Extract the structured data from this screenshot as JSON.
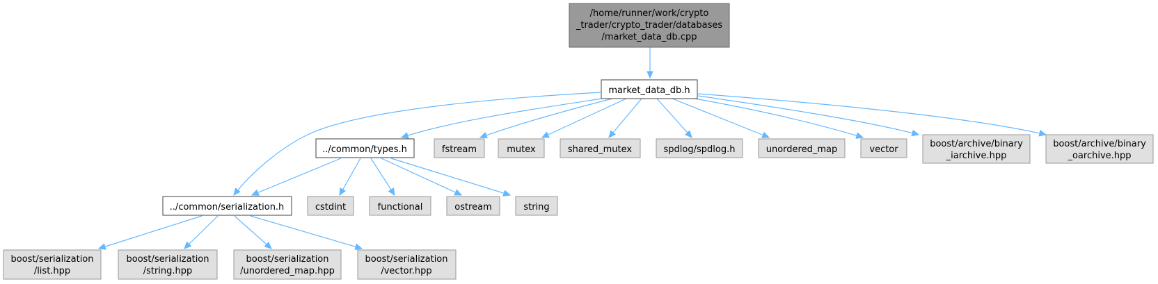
{
  "colors": {
    "root_fill": "#999999",
    "root_stroke": "#666666",
    "internal_fill": "#ffffff",
    "internal_stroke": "#404040",
    "external_fill": "#e0e0e0",
    "external_stroke": "#999999",
    "edge": "#63b8ff"
  },
  "nodes": {
    "root": [
      "/home/runner/work/crypto",
      "_trader/crypto_trader/databases",
      "/market_data_db.cpp"
    ],
    "market_data_db_h": [
      "market_data_db.h"
    ],
    "types_h": [
      "../common/types.h"
    ],
    "fstream": [
      "fstream"
    ],
    "mutex": [
      "mutex"
    ],
    "shared_mutex": [
      "shared_mutex"
    ],
    "spdlog": [
      "spdlog/spdlog.h"
    ],
    "unordered_map": [
      "unordered_map"
    ],
    "vector": [
      "vector"
    ],
    "binary_iarchive": [
      "boost/archive/binary",
      "_iarchive.hpp"
    ],
    "binary_oarchive": [
      "boost/archive/binary",
      "_oarchive.hpp"
    ],
    "serialization_h": [
      "../common/serialization.h"
    ],
    "cstdint": [
      "cstdint"
    ],
    "functional": [
      "functional"
    ],
    "ostream": [
      "ostream"
    ],
    "string": [
      "string"
    ],
    "ser_list": [
      "boost/serialization",
      "/list.hpp"
    ],
    "ser_string": [
      "boost/serialization",
      "/string.hpp"
    ],
    "ser_unordered_map": [
      "boost/serialization",
      "/unordered_map.hpp"
    ],
    "ser_vector": [
      "boost/serialization",
      "/vector.hpp"
    ]
  }
}
